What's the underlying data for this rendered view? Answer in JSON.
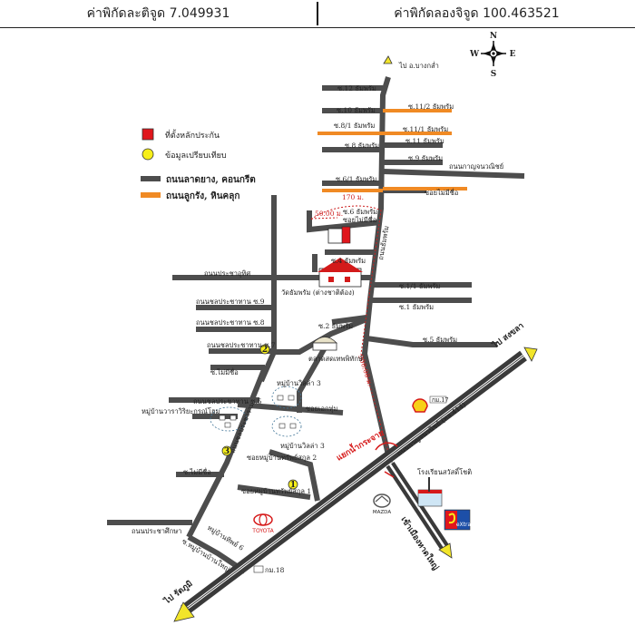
{
  "header": {
    "latitude_label": "ค่าพิกัดละติจูด 7.049931",
    "longitude_label": "ค่าพิกัดลองจิจูด 100.463521"
  },
  "compass": {
    "n": "N",
    "s": "S",
    "e": "E",
    "w": "W"
  },
  "legend": {
    "site": "ที่ตั้งหลักประกัน",
    "survey": "ข้อมูลเปรียบเทียบ",
    "road_asphalt": "ถนนลาดยาง, คอนกรีต",
    "road_laterite": "ถนนลูกรัง, หินคลุก"
  },
  "labels": {
    "to_ban_bang_klam": "ไป อ.บางกล่ำ",
    "soi12": "ซ.12 ธัมพรัม",
    "soi10": "ซ.10 ธัมพรัม",
    "soi11_2": "ซ.11/2 ธัมพรัม",
    "soi8_1": "ซ.8/1 ธัมพรัม",
    "soi11_1": "ซ.11/1 ธัมพรัม",
    "soi11": "ซ.11 ธัมพรัม",
    "soi8": "ซ.8 ธัมพรัม",
    "soi9": "ซ.9 ธัมพรัม",
    "rd_kanjanawanit": "ถนนกาญจนวณิชย์",
    "soi6_1": "ซ.6/1 ธัมพรัม",
    "soi_noname_1": "ซอยไม่มีชื่อ",
    "dist_170": "170 ม.",
    "dist_50": "50.00 ม.",
    "soi6": "ซ.6 ธัมพรัม",
    "soi_noname_2": "ซอยไม่มีชื่อ",
    "rd_thamphram": "ถนนธัมพรัม",
    "soi4": "ซ.4 ธัมพรัม",
    "rd_prachautit": "ถนนประชาอุทิศ",
    "soi1_1": "ซ.1/1 ธัมพรัม",
    "wat": "วัดธัมพรัม (ต่างชาติต้อง)",
    "soi1": "ซ.1 ธัมพรัม",
    "rd_prachasamphan9": "ถนนชลประชาทาน ซ.9",
    "rd_prachasamphan8": "ถนนชลประชาทาน ซ.8",
    "soi2": "ซ.2 ธัมพรัม",
    "soi5": "ซ.5 ธัมพรัม",
    "rd_prachasamphan7": "ถนนชลประชาทาน ซ.7",
    "dist_900": "900.00 ม.",
    "market": "ตลาดสดเทพพิทักษ์",
    "soi_noname_3": "ซ.ไม่มีชื่อ",
    "to_songkhla": "ไป สงขลา",
    "km17": "กม.17",
    "rd_prachasamphan5": "ถนนชลประชาทาน ซ.5",
    "village_3a": "หมู่บ้านวิลล่า 3",
    "soi_eoktum": "ซอยเอกทุ่ม",
    "village_wara": "หมู่บ้านวาราวิริยะกรณ์โฮม",
    "village_3b": "หมู่บ้านวิลล่า 3",
    "rd_kanjanavanich_414": "ถนนกาญจนวนิชย์ (ทล.414)",
    "intersection": "แยกน้ำกระจาย",
    "rd_prachaprom": "ถนนชลประชาราม",
    "soi_village_sakul2": "ซอยหมู่บ้านทรัพย์สกุล 2",
    "hotel_bangkok": "โรงเรียนสวัสดิ์โชติ",
    "soi_noname_4": "ซ.ไม่มีชื่อ",
    "soi_village_sakul1": "ซอยหมู่บ้านทรัพย์สกุล 1",
    "to_hat_yai": "เข้าเมืองหาดใหญ่",
    "rd_prachasuksa": "ถนนประชาศึกษา",
    "soi_village_ban_yai": "ซ.หมู่บ้านบ้านใหญ่",
    "village_6": "หมู่บ้านทิพย์ 6",
    "km18": "กม.18",
    "to_rattaphum": "ไป รัตภูมิ",
    "num1": "1",
    "num2": "2",
    "num3": "3",
    "toyota": "TOYOTA",
    "mazda": "MAZDA",
    "extra": "eXtra"
  },
  "colors": {
    "road": "#4d4d4d",
    "laterite": "#f08a24",
    "site": "#e0161c",
    "survey": "#f7ef1a",
    "highway_edge": "#3a3a3a",
    "arrow": "#f2e52a"
  }
}
